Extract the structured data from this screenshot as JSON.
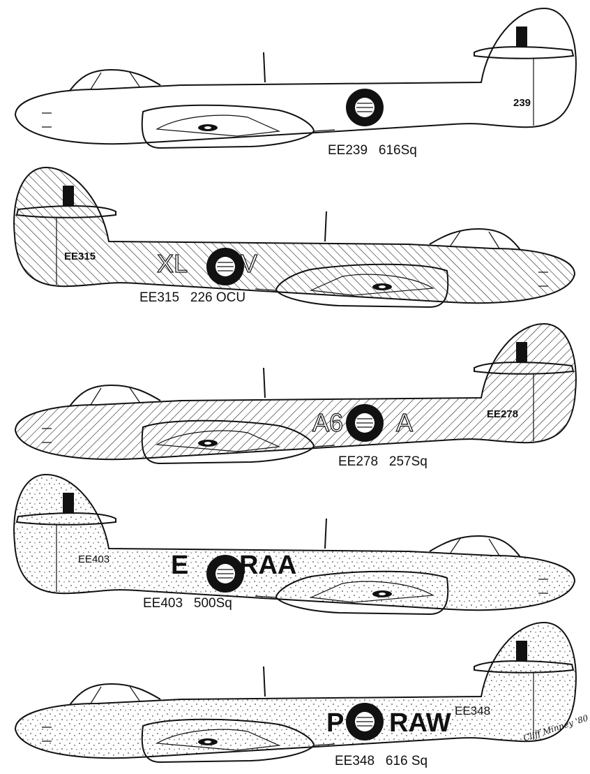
{
  "aircraft": [
    {
      "caption": "EE239   616Sq",
      "serial_on_tail": "239",
      "finish": "plain"
    },
    {
      "caption": "EE315   226 OCU",
      "serial_on_tail": "EE315",
      "code_left": "XL",
      "code_right": "V",
      "finish": "hatched"
    },
    {
      "caption": "EE278   257Sq",
      "serial_on_tail": "EE278",
      "code_left": "A6",
      "code_right": "A",
      "finish": "hatched"
    },
    {
      "caption": "EE403   500Sq",
      "serial_on_tail": "EE403",
      "code_left": "E",
      "code_right": "RAA",
      "finish": "stippled"
    },
    {
      "caption": "EE348   616 Sq",
      "serial_on_tail": "EE348",
      "code_left": "P",
      "code_right": "RAW",
      "finish": "stippled"
    }
  ],
  "signature": "Cliff Minney '80",
  "colors": {
    "ink": "#111111",
    "paper": "#ffffff"
  }
}
